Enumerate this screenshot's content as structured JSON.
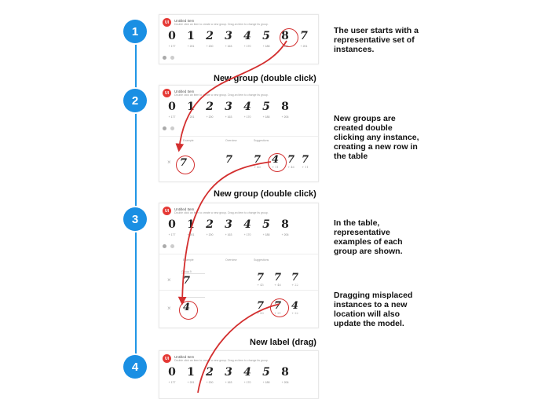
{
  "steps": [
    "1",
    "2",
    "3",
    "4"
  ],
  "panel": {
    "title": "Untitled Item",
    "subtitle": "Double click an item to create a new group. Drag an item to change its group.",
    "digits": [
      "0",
      "1",
      "2",
      "3",
      "4",
      "5",
      "8",
      "7"
    ],
    "counts": [
      "+ 177",
      "+ 201",
      "+ 200",
      "+ 163",
      "+ 170",
      "+ 188",
      "+ 206",
      "+ 201"
    ]
  },
  "table": {
    "headers": [
      "Example",
      "Overview",
      "Suggestions"
    ],
    "label_placeholder": "Group 9"
  },
  "row_digits": {
    "group_seven": [
      "7"
    ],
    "suggestions_panel2": [
      "7",
      "4",
      "7",
      "7"
    ],
    "suggestions_counts_panel2": [
      "+ 40",
      "+ 11",
      "+ 46",
      "+ 11"
    ],
    "row1_suggestions": [
      "7",
      "7",
      "7"
    ],
    "row1_counts": [
      "+ 45",
      "+ 46",
      "+ 22"
    ],
    "row2_example": [
      "4"
    ],
    "row2_suggestions": [
      "7",
      "7",
      "4"
    ],
    "row2_counts": [
      "+ 80",
      "+ 21",
      "+ 22"
    ]
  },
  "descriptions": {
    "d1": "The user starts with a representative set of instances.",
    "d2": "New groups are created double clicking any instance, creating a new row in the table",
    "d3": "In the table, representative examples of each group are shown.",
    "d4": "Dragging misplaced instances to a new location will also update the model."
  },
  "actions": {
    "a1": "New group (double click)",
    "a2": "New group (double click)",
    "a3": "New label (drag)"
  },
  "colors": {
    "accent": "#1a8fe3",
    "arrow": "#d32f2f",
    "logo": "#e53935"
  }
}
